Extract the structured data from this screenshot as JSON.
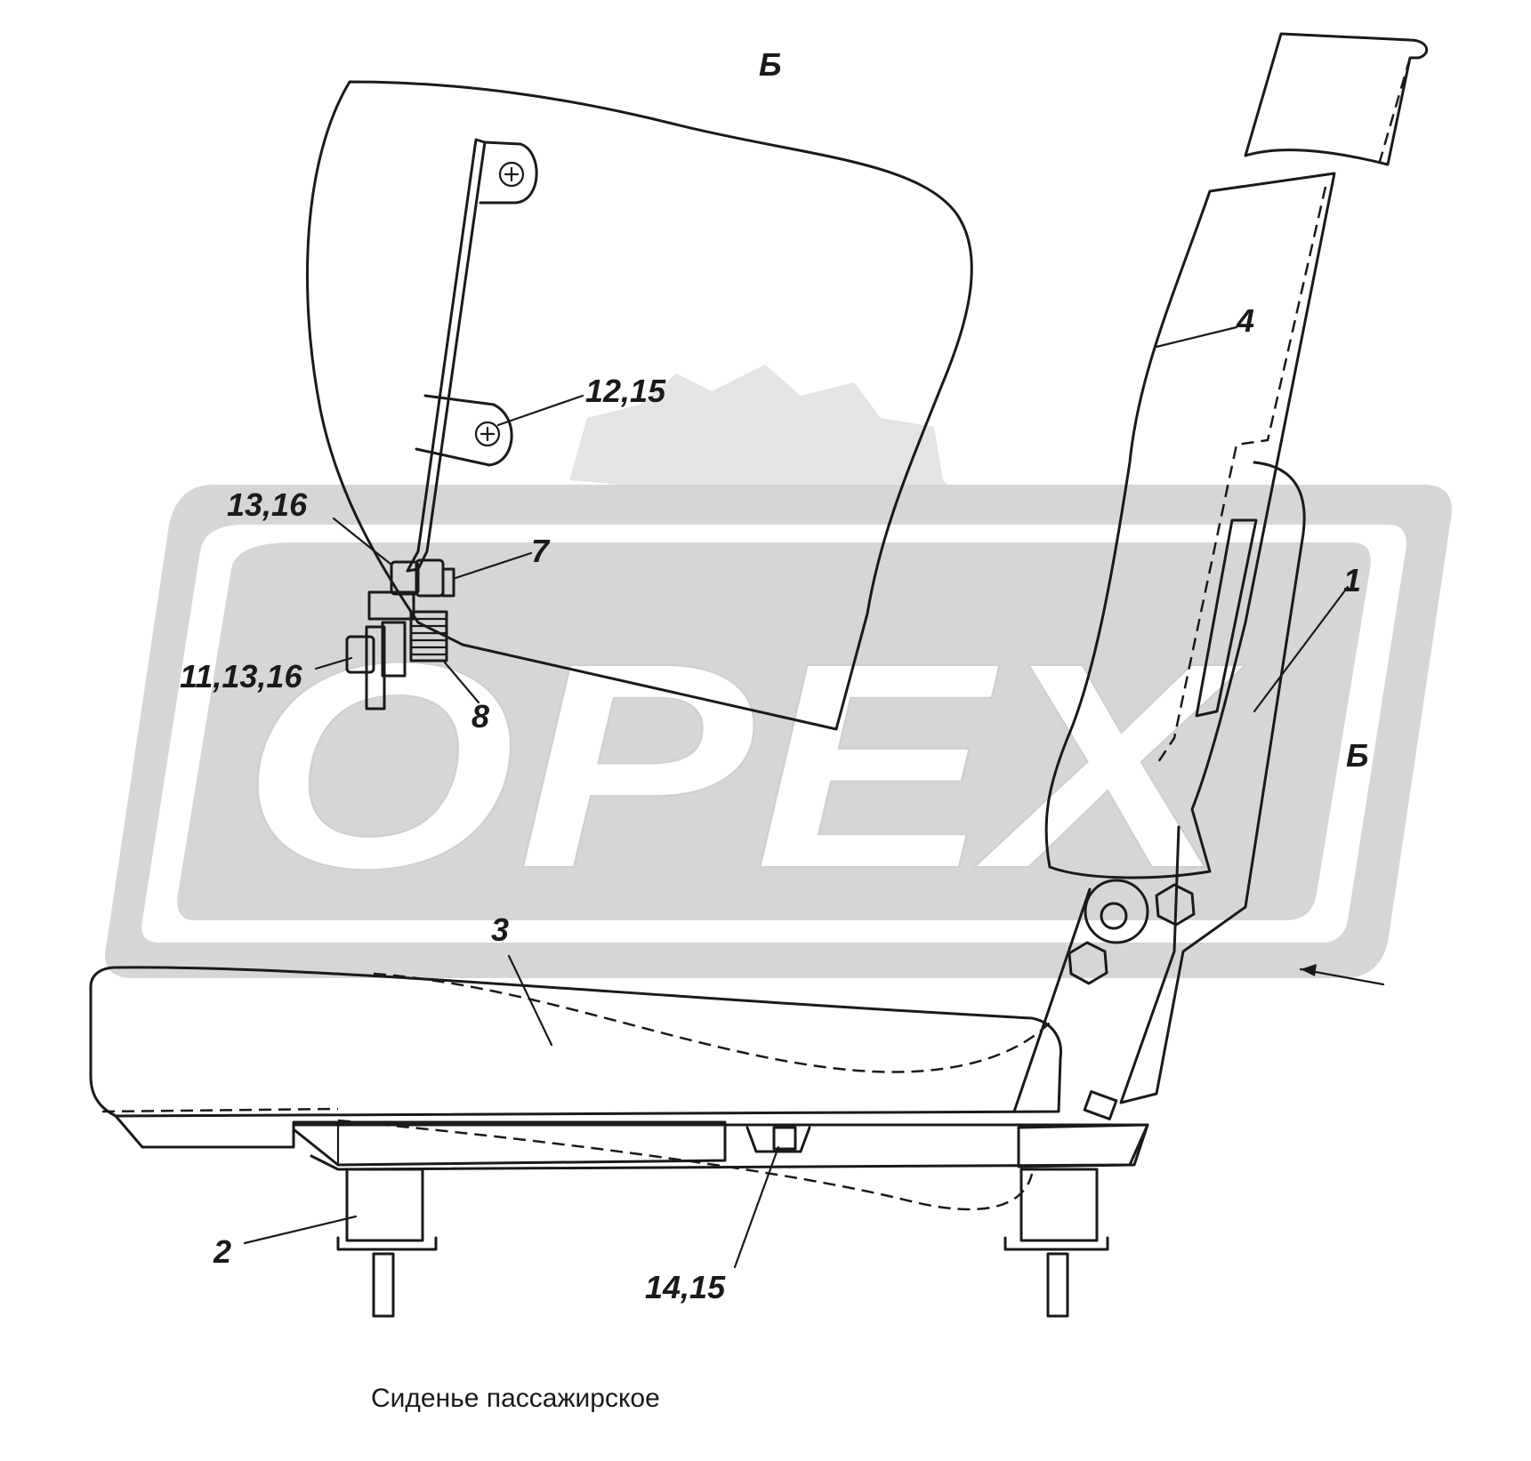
{
  "watermark": {
    "text": "OPEX"
  },
  "view_label_top": "Б",
  "view_arrow_label": "Б",
  "callouts": {
    "c1": "1",
    "c2": "2",
    "c3": "3",
    "c4": "4",
    "c7": "7",
    "c8": "8",
    "c11_13_16": "11,13,16",
    "c12_15": "12,15",
    "c13_16": "13,16",
    "c14_15": "14,15"
  },
  "caption": "Сиденье пассажирское"
}
